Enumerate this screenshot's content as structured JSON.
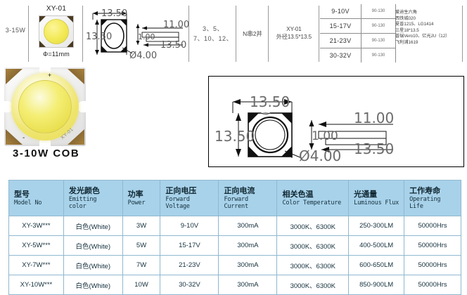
{
  "top": {
    "power_range_label": "3-15W",
    "thumbnail": {
      "title": "XY-01",
      "caption": "Φ=11mm"
    },
    "small_drawing": {
      "width_dim": "13.50",
      "height_dim": "13.50",
      "hole_dim": "ø4.00",
      "side_thickness": "1.00",
      "side_top_width": "11.00",
      "side_base_width": "13.50"
    },
    "watts_label_line1": "3、5、",
    "watts_label_line2": "7、10、12、",
    "series_label": "N串2并",
    "model_label_line1": "XY-01",
    "model_label_line2": "外径13.5*13.5",
    "voltage_rows": [
      {
        "voltage": "9-10V",
        "cri": "90-130"
      },
      {
        "voltage": "15-17V",
        "cri": "90-130"
      },
      {
        "voltage": "21-23V",
        "cri": "90-130"
      },
      {
        "voltage": "30-32V",
        "cri": "90-130"
      }
    ],
    "brand_list": [
      "爱迪生六角",
      "西铁城020",
      "夏普1215、LG1414",
      "三星18*13.5",
      "普瑞Vero10、亿光JU（12）",
      "飞利浦1619"
    ]
  },
  "main_drawing": {
    "width_dim": "13.50",
    "height_dim": "13.50",
    "hole_dim": "ø4.00",
    "side_thickness": "1.00",
    "side_top_width": "11.00",
    "side_base_width": "13.50"
  },
  "photo": {
    "cob_title": "3-10W  COB",
    "plus_mark": "+",
    "minus_mark": "-",
    "chip_mark": "XY-01"
  },
  "spec_table": {
    "headers": [
      {
        "cn": "型号",
        "en": "Model  No"
      },
      {
        "cn": "发光颜色",
        "en": "Emitting\ncolor"
      },
      {
        "cn": "功率",
        "en": "Power"
      },
      {
        "cn": "正向电压",
        "en": "Forward\nVoltage"
      },
      {
        "cn": "正向电流",
        "en": "Forward\nCurrent"
      },
      {
        "cn": "相关色温",
        "en": "Color\nTemperature"
      },
      {
        "cn": "光通量",
        "en": "Luminous\nFlux"
      },
      {
        "cn": "工作寿命",
        "en": "Operating\nLife"
      }
    ],
    "rows": [
      {
        "model": "XY-3W***",
        "color": "白色(White)",
        "power": "3W",
        "voltage": "9-10V",
        "current": "300mA",
        "temperature": "3000K、6300K",
        "flux": "250-300LM",
        "life": "50000Hrs"
      },
      {
        "model": "XY-5W***",
        "color": "白色(White)",
        "power": "5W",
        "voltage": "15-17V",
        "current": "300mA",
        "temperature": "3000K、6300K",
        "flux": "400-500LM",
        "life": "50000Hrs"
      },
      {
        "model": "XY-7W***",
        "color": "白色(White)",
        "power": "7W",
        "voltage": "21-23V",
        "current": "300mA",
        "temperature": "3000K、6300K",
        "flux": "600-650LM",
        "life": "50000Hrs"
      },
      {
        "model": "XY-10W***",
        "color": "白色(White)",
        "power": "10W",
        "voltage": "30-32V",
        "current": "300mA",
        "temperature": "3000K、6300K",
        "flux": "850-900LM",
        "life": "50000Hrs"
      }
    ]
  },
  "colors": {
    "header_blue": "#a8d2ea",
    "border_blue": "#8fb8cf",
    "phosphor_yellow": "#f4ee74",
    "pad_gold": "#8a6a33"
  }
}
